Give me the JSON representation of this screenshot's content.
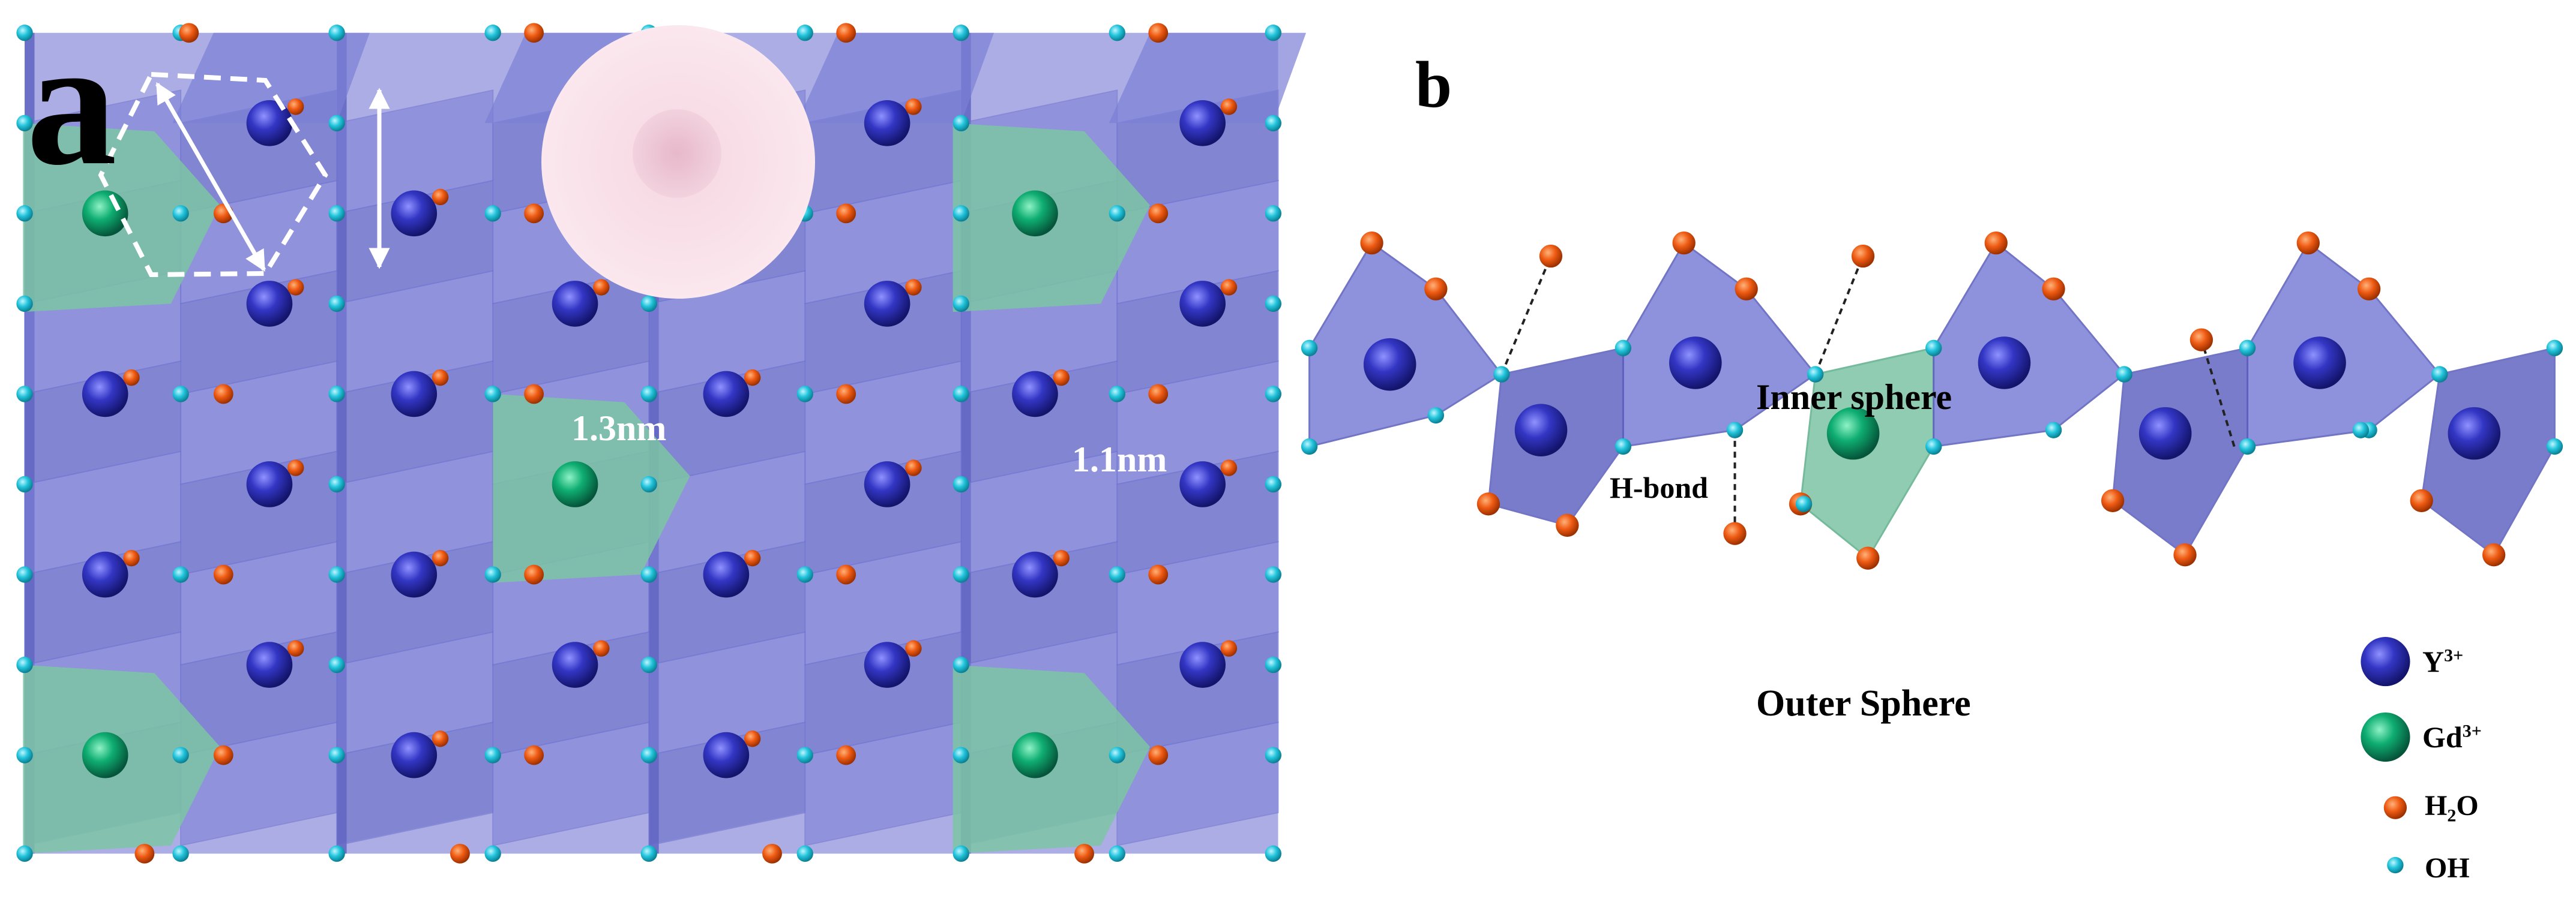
{
  "figure": {
    "panel_a": {
      "label": "a",
      "dist_hex": "1.3nm",
      "dist_vertical": "1.1nm"
    },
    "panel_b": {
      "label": "b",
      "inner_sphere": "Inner sphere",
      "outer_sphere": "Outer Sphere",
      "hbond": "H-bond"
    },
    "legend": [
      {
        "symbol": "Y",
        "sup": "3+",
        "sub": ""
      },
      {
        "symbol": "Gd",
        "sup": "3+",
        "sub": ""
      },
      {
        "symbol": "H",
        "sup": "",
        "sub": "2",
        "suffix": "O"
      },
      {
        "symbol": "OH",
        "sup": "",
        "sub": ""
      }
    ]
  },
  "colors": {
    "polyhedron_y": "#7b7fd6",
    "polyhedron_gd": "#7cc4a4",
    "y_ion": "#2d2fb0",
    "gd_ion": "#0f9e6e",
    "water": "#ee5a12",
    "hydroxide": "#22c4dc",
    "sphere_halo": "#fbe3ea",
    "arrow": "#ffffff"
  },
  "icons": {
    "y_ion": "blue-sphere",
    "gd_ion": "green-sphere",
    "water": "orange-dot",
    "hydroxide": "cyan-dot"
  }
}
